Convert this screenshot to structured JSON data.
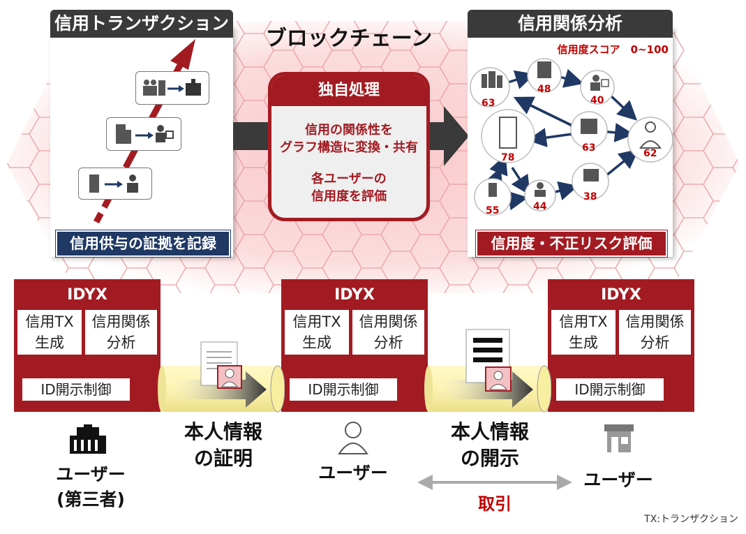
{
  "blockchain_title": "ブロックチェーン",
  "left_panel": {
    "title": "信用トランザクション",
    "footer": "信用供与の証拠を記録"
  },
  "process": {
    "title": "独自処理",
    "line1": "信用の関係性を",
    "line2": "グラフ構造に変換・共有",
    "line3": "各ユーザーの",
    "line4": "信用度を評価"
  },
  "right_panel": {
    "title": "信用関係分析",
    "score_label": "信用度スコア　0~100",
    "footer": "信用度・不正リスク評価",
    "nodes": [
      "63",
      "48",
      "40",
      "78",
      "63",
      "62",
      "55",
      "44",
      "38"
    ]
  },
  "idyx_boxes": [
    {
      "title": "IDYX",
      "cell1a": "信用TX",
      "cell1b": "生成",
      "cell2a": "信用関係",
      "cell2b": "分析",
      "cell3": "ID開示制御"
    },
    {
      "title": "IDYX",
      "cell1a": "信用TX",
      "cell1b": "生成",
      "cell2a": "信用関係",
      "cell2b": "分析",
      "cell3": "ID開示制御"
    },
    {
      "title": "IDYX",
      "cell1a": "信用TX",
      "cell1b": "生成",
      "cell2a": "信用関係",
      "cell2b": "分析",
      "cell3": "ID開示制御"
    }
  ],
  "flow1": {
    "line1": "本人情報",
    "line2": "の証明"
  },
  "flow2": {
    "line1": "本人情報",
    "line2": "の開示"
  },
  "users": {
    "left_line1": "ユーザー",
    "left_line2": "(第三者)",
    "center": "ユーザー",
    "right": "ユーザー"
  },
  "trade_label": "取引",
  "footnote": "TX:トランザクション",
  "colors": {
    "accent_red": "#a31b22",
    "navy": "#1f3864",
    "dark_gray": "#3a3a3a"
  }
}
